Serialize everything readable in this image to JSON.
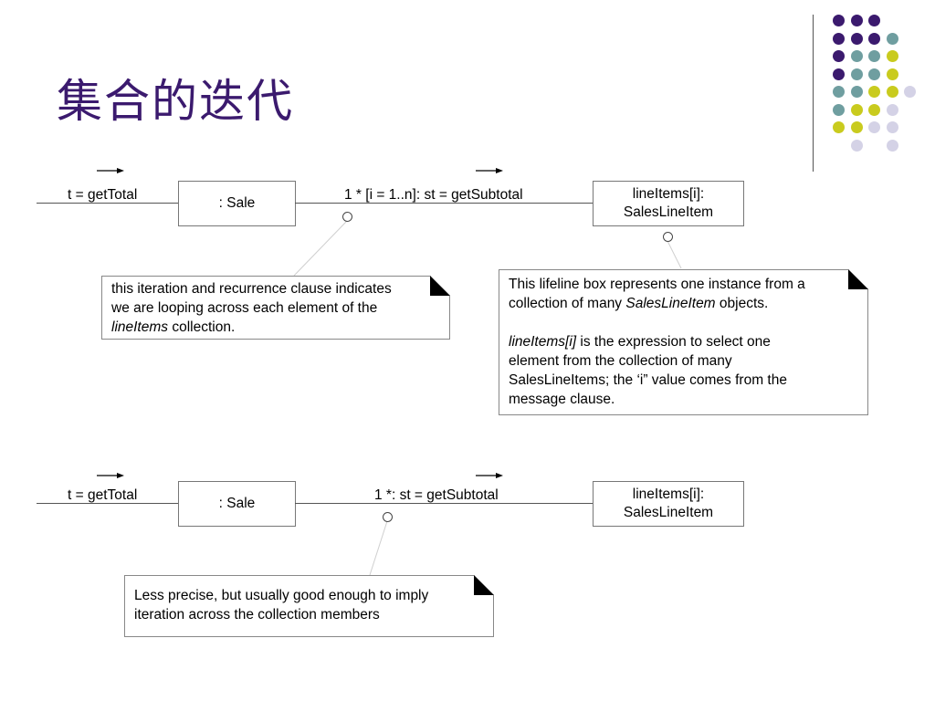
{
  "title": "集合的迭代",
  "palette": {
    "purple": "#3b1a6e",
    "teal": "#6f9ea0",
    "yellow": "#c9cb1e",
    "lavender": "#d4d2e6"
  },
  "diagram1": {
    "incoming_message": "t = getTotal",
    "sale_box": ": Sale",
    "message": "1 * [i = 1..n]: st = getSubtotal",
    "line_items_box": [
      "lineItems[i]:",
      "SalesLineItem"
    ],
    "note_left": {
      "line1": "this iteration and recurrence clause indicates",
      "line2": "we are looping across each element of the",
      "line3_italic": "lineItems",
      "line3_rest": " collection."
    },
    "note_right": {
      "p1_line1": "This lifeline box represents one instance from a",
      "p1_line2_pre": "collection of many ",
      "p1_line2_italic": "SalesLineItem",
      "p1_line2_post": " objects.",
      "p2_italic": "lineItems[i]",
      "p2_line1_rest": " is the expression to select one",
      "p2_line2": "element from the collection of many",
      "p2_line3": "SalesLineItems; the ‘i” value comes from the",
      "p2_line4": "message clause."
    }
  },
  "diagram2": {
    "incoming_message": "t = getTotal",
    "sale_box": ": Sale",
    "message": "1 *: st = getSubtotal",
    "line_items_box": [
      "lineItems[i]:",
      "SalesLineItem"
    ],
    "note": {
      "line1": "Less precise, but usually good enough to imply",
      "line2": "iteration across the collection members"
    }
  }
}
